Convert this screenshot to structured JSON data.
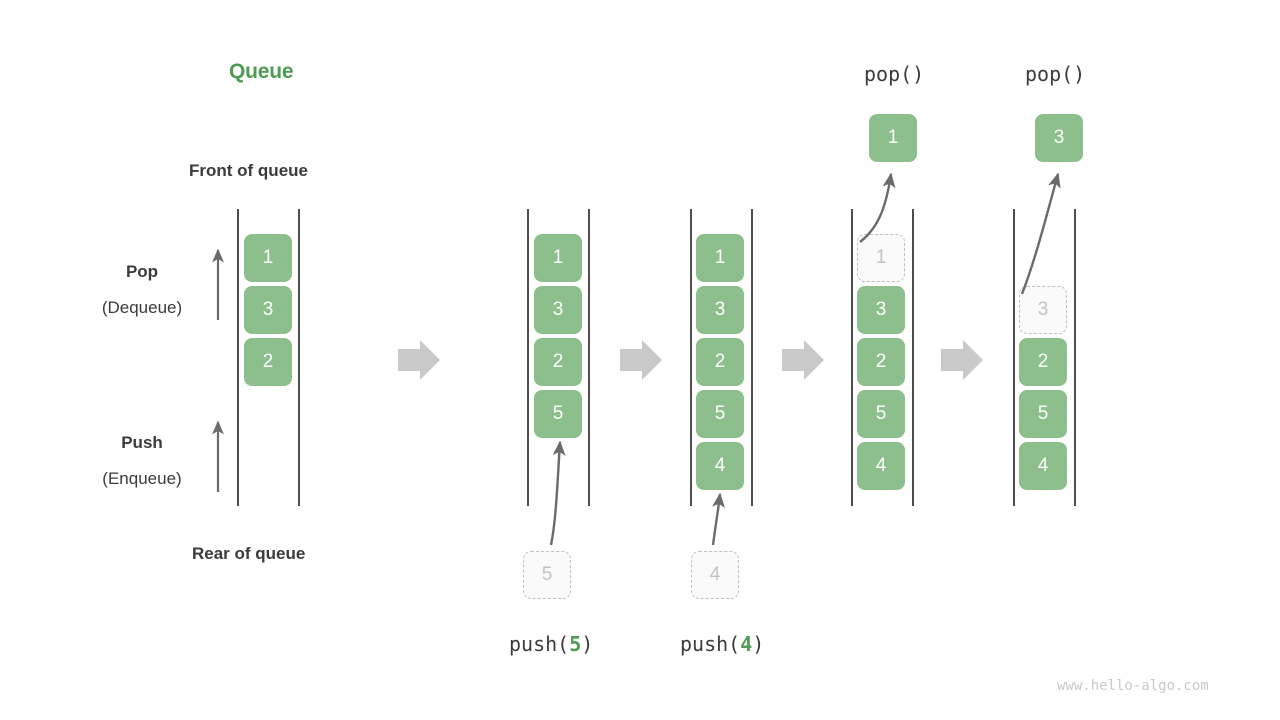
{
  "meta": {
    "title": "Queue",
    "watermark": "www.hello-algo.com"
  },
  "labels": {
    "front_of_queue": "Front of queue",
    "rear_of_queue": "Rear of queue",
    "pop_title": "Pop",
    "pop_sub": "(Dequeue)",
    "push_title": "Push",
    "push_sub": "(Enqueue)"
  },
  "colors": {
    "green_fill": "#8cbf8c",
    "green_title": "#4f9a54",
    "ghost_fill": "#fafafa",
    "ghost_border": "#c0c0c0",
    "ghost_text": "#c3c3c3",
    "rail": "#4d4d4d",
    "arrow_gray": "#6b6b6b",
    "step_arrow": "#c9c9c9",
    "text_dark": "#3b3b3b",
    "watermark": "#c9c9c9"
  },
  "columns": [
    {
      "id": "initial",
      "caption": "",
      "top_label": "",
      "items": [
        "1",
        "3",
        "2"
      ],
      "ghost_in_queue": null,
      "ghost_below": null,
      "floating_box": null
    },
    {
      "id": "push-5",
      "caption": "push(5)",
      "caption_fn": "push",
      "caption_arg": "5",
      "top_label": "",
      "items": [
        "1",
        "3",
        "2",
        "5"
      ],
      "ghost_in_queue": null,
      "ghost_below": "5",
      "floating_box": null
    },
    {
      "id": "push-4",
      "caption": "push(4)",
      "caption_fn": "push",
      "caption_arg": "4",
      "top_label": "",
      "items": [
        "1",
        "3",
        "2",
        "5",
        "4"
      ],
      "ghost_in_queue": null,
      "ghost_below": "4",
      "floating_box": null
    },
    {
      "id": "pop-1",
      "caption": "",
      "top_label": "pop()",
      "items": [
        "3",
        "2",
        "5",
        "4"
      ],
      "ghost_in_queue": "1",
      "ghost_below": null,
      "floating_box": "1"
    },
    {
      "id": "pop-3",
      "caption": "",
      "top_label": "pop()",
      "items": [
        "2",
        "5",
        "4"
      ],
      "ghost_in_queue": "3",
      "ghost_below": null,
      "floating_box": "3"
    }
  ],
  "step_arrows": [
    {
      "label": "step-arrow-1"
    },
    {
      "label": "step-arrow-2"
    },
    {
      "label": "step-arrow-3"
    },
    {
      "label": "step-arrow-4"
    }
  ]
}
